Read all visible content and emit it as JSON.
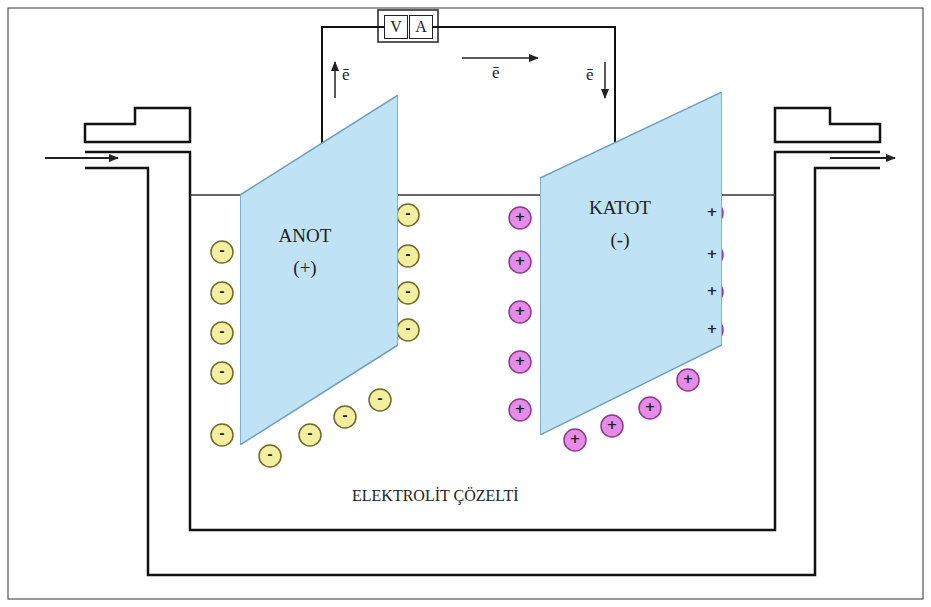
{
  "diagram": {
    "nodes": [
      {
        "text": [
          "V"
        ]
      },
      {
        "text": [
          "A"
        ]
      },
      {
        "text": [
          "ANOT",
          "(+)"
        ]
      },
      {
        "text": [
          "KATOT",
          "(-)"
        ]
      }
    ],
    "edges": [
      {
        "from": 2,
        "to": 0,
        "arrow": "none"
      },
      {
        "from": 1,
        "to": 3,
        "arrow": "none"
      }
    ],
    "labels": [
      "ē",
      "ē",
      "ē",
      "ELEKTROLİT ÇÖZELTİ",
      "-",
      "-",
      "-",
      "-",
      "-",
      "-",
      "-",
      "-",
      "-",
      "-",
      "-",
      "-",
      "-",
      "+",
      "+",
      "+",
      "+",
      "+",
      "+",
      "+",
      "+",
      "+",
      "+",
      "+",
      "+",
      "+"
    ]
  }
}
